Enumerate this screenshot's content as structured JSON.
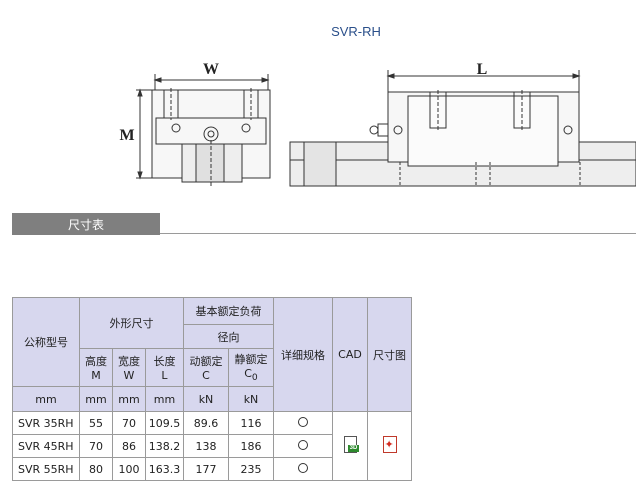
{
  "page": {
    "title": "SVR-RH"
  },
  "drawing": {
    "label_w": "W",
    "label_m": "M",
    "label_l": "L"
  },
  "section": {
    "label": "尺寸表"
  },
  "table": {
    "col_model": "公称型号",
    "col_outer": "外形尺寸",
    "col_rated": "基本额定负荷",
    "col_radial": "径向",
    "col_height": "高度",
    "col_height_sym": "M",
    "col_width": "宽度",
    "col_width_sym": "W",
    "col_length": "长度",
    "col_length_sym": "L",
    "col_dynamic": "动额定",
    "col_dynamic_sym": "C",
    "col_static": "静额定",
    "col_static_sym": "C",
    "col_static_sub": "0",
    "col_spec": "详细规格",
    "col_cad": "CAD",
    "col_drawing": "尺寸图",
    "unit_mm": "mm",
    "unit_kn": "kN",
    "rows": [
      {
        "model": "SVR 35RH",
        "m": "55",
        "w": "70",
        "l": "109.5",
        "c": "89.6",
        "c0": "116"
      },
      {
        "model": "SVR 45RH",
        "m": "70",
        "w": "86",
        "l": "138.2",
        "c": "138",
        "c0": "186"
      },
      {
        "model": "SVR 55RH",
        "m": "80",
        "w": "100",
        "l": "163.3",
        "c": "177",
        "c0": "235"
      }
    ]
  },
  "icons": {
    "cad_icon": "cad-3d-file-icon",
    "pdf_icon": "pdf-file-icon",
    "cad_tag": "3D"
  },
  "colors": {
    "header_bg": "#d7d7ee",
    "section_bar": "#7f7f7f",
    "title_blue": "#2a4f8a"
  }
}
